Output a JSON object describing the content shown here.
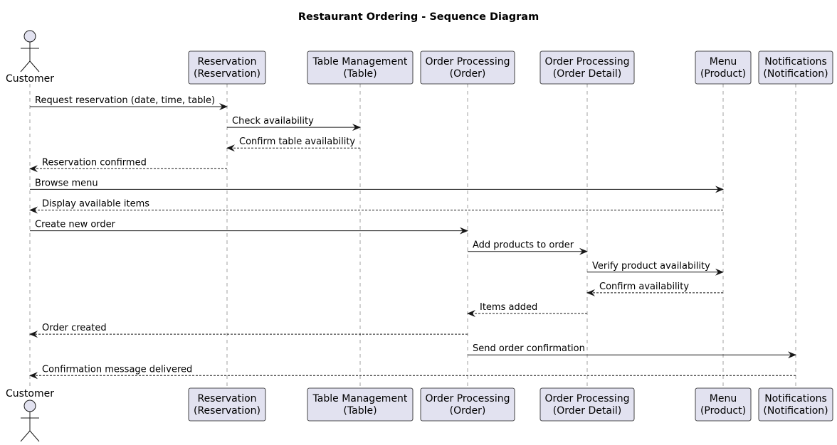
{
  "title": "Restaurant Ordering - Sequence Diagram",
  "colors": {
    "participant_fill": "#E2E2F0",
    "participant_border": "#181818",
    "line": "#181818",
    "lifeline": "#A0A0A0"
  },
  "participants": [
    {
      "id": "customer",
      "kind": "actor",
      "lines": [
        "Customer"
      ]
    },
    {
      "id": "reservation",
      "kind": "box",
      "lines": [
        "Reservation",
        "(Reservation)"
      ]
    },
    {
      "id": "table",
      "kind": "box",
      "lines": [
        "Table Management",
        "(Table)"
      ]
    },
    {
      "id": "order",
      "kind": "box",
      "lines": [
        "Order Processing",
        "(Order)"
      ]
    },
    {
      "id": "order_detail",
      "kind": "box",
      "lines": [
        "Order Processing",
        "(Order Detail)"
      ]
    },
    {
      "id": "menu",
      "kind": "box",
      "lines": [
        "Menu",
        "(Product)"
      ]
    },
    {
      "id": "notifications",
      "kind": "box",
      "lines": [
        "Notifications",
        "(Notification)"
      ]
    }
  ],
  "messages": [
    {
      "from": "customer",
      "to": "reservation",
      "label": "Request reservation (date, time, table)",
      "style": "sync"
    },
    {
      "from": "reservation",
      "to": "table",
      "label": "Check availability",
      "style": "sync"
    },
    {
      "from": "table",
      "to": "reservation",
      "label": "Confirm table availability",
      "style": "reply"
    },
    {
      "from": "reservation",
      "to": "customer",
      "label": "Reservation confirmed",
      "style": "reply"
    },
    {
      "from": "customer",
      "to": "menu",
      "label": "Browse menu",
      "style": "sync"
    },
    {
      "from": "menu",
      "to": "customer",
      "label": "Display available items",
      "style": "reply"
    },
    {
      "from": "customer",
      "to": "order",
      "label": "Create new order",
      "style": "sync"
    },
    {
      "from": "order",
      "to": "order_detail",
      "label": "Add products to order",
      "style": "sync"
    },
    {
      "from": "order_detail",
      "to": "menu",
      "label": "Verify product availability",
      "style": "sync"
    },
    {
      "from": "menu",
      "to": "order_detail",
      "label": "Confirm availability",
      "style": "reply"
    },
    {
      "from": "order_detail",
      "to": "order",
      "label": "Items added",
      "style": "reply"
    },
    {
      "from": "order",
      "to": "customer",
      "label": "Order created",
      "style": "reply"
    },
    {
      "from": "order",
      "to": "notifications",
      "label": "Send order confirmation",
      "style": "sync"
    },
    {
      "from": "notifications",
      "to": "customer",
      "label": "Confirmation message delivered",
      "style": "reply"
    }
  ]
}
